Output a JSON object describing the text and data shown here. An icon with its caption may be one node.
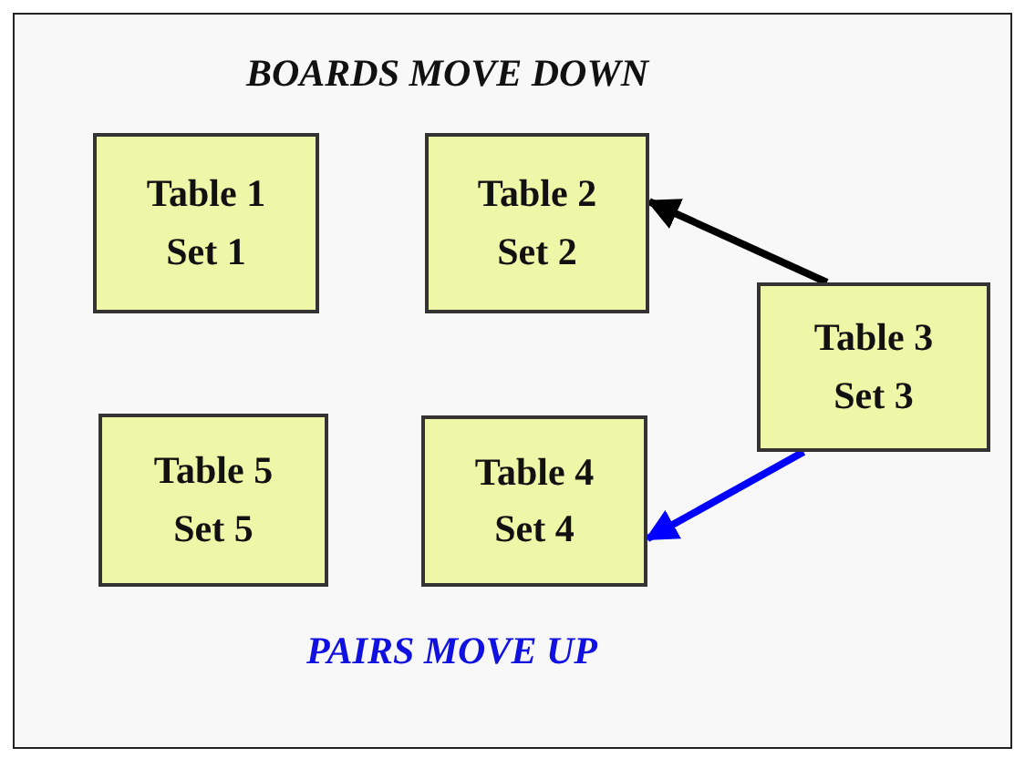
{
  "diagram": {
    "title": "BOARDS  MOVE DOWN",
    "nodes": [
      {
        "text": [
          "Table 1",
          "Set 1"
        ]
      },
      {
        "text": [
          "Table 2",
          "Set 2"
        ]
      },
      {
        "text": [
          "Table 3",
          "Set 3"
        ]
      },
      {
        "text": [
          "Table 5",
          "Set 5"
        ]
      },
      {
        "text": [
          "Table 4",
          "Set 4"
        ]
      }
    ],
    "edges": [
      {
        "from": 2,
        "to": 1,
        "arrow": "to"
      },
      {
        "from": 2,
        "to": 4,
        "arrow": "to",
        "color": "#0000ff"
      }
    ],
    "labels": [
      "PAIRS MOVE UP"
    ]
  }
}
